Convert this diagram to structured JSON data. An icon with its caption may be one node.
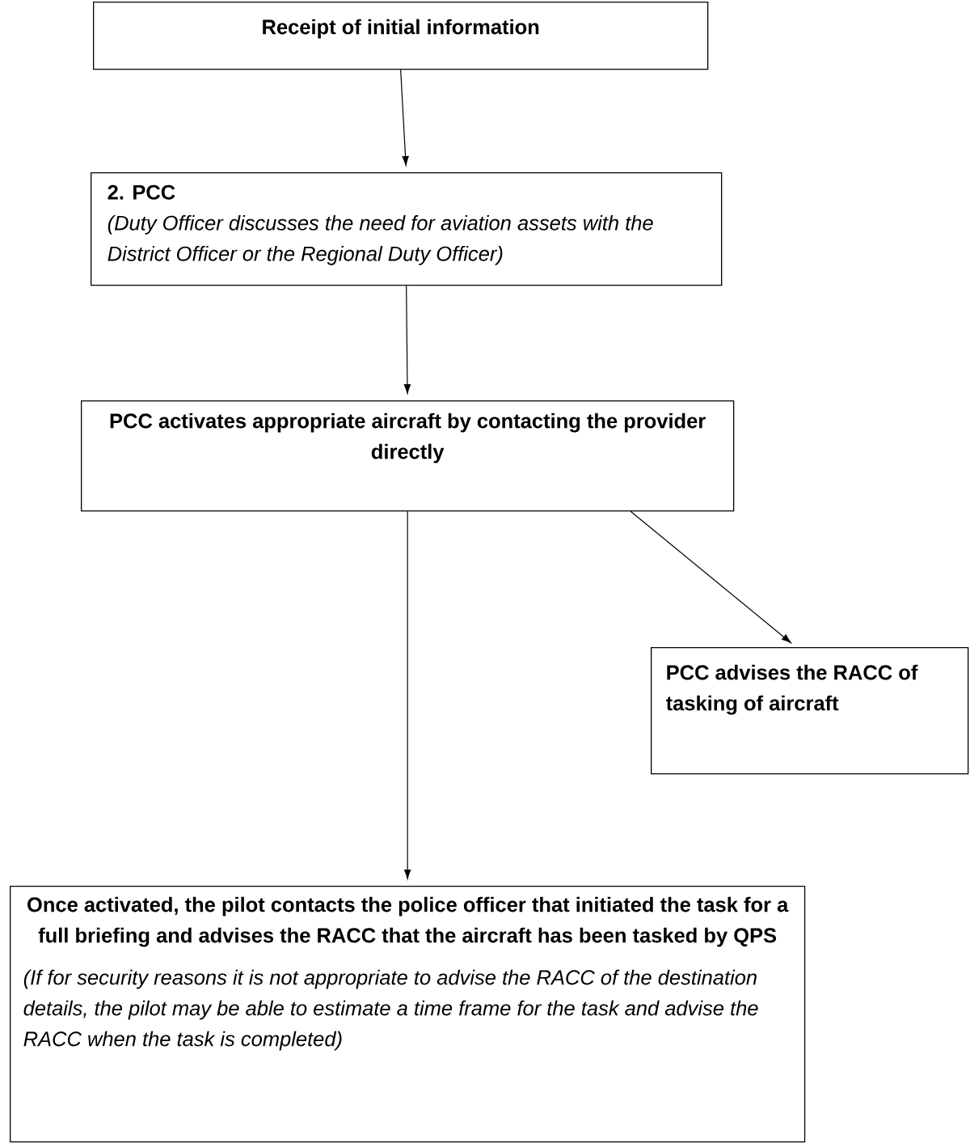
{
  "diagram": {
    "nodes": [
      {
        "text": [
          "Receipt of initial information"
        ]
      },
      {
        "text": [
          "2. PCC",
          "(Duty Officer discusses the need for aviation assets with the District Officer or the Regional Duty Officer)"
        ]
      },
      {
        "text": [
          "PCC activates appropriate aircraft by contacting the provider directly"
        ]
      },
      {
        "text": [
          "PCC advises the RACC of tasking of aircraft"
        ]
      },
      {
        "text": [
          "Once activated, the pilot contacts the police officer that initiated the task for a full briefing and advises the RACC that the aircraft has been tasked by QPS",
          "(If for security reasons it is not appropriate to advise the RACC of the destination details, the pilot may be able to estimate a time frame for the task and advise the RACC when the task is completed)"
        ]
      }
    ],
    "edges": [
      {
        "from": 0,
        "to": 1,
        "arrow": "to"
      },
      {
        "from": 1,
        "to": 2,
        "arrow": "to"
      },
      {
        "from": 2,
        "to": 4,
        "arrow": "to"
      },
      {
        "from": 2,
        "to": 3,
        "arrow": "to"
      }
    ]
  }
}
